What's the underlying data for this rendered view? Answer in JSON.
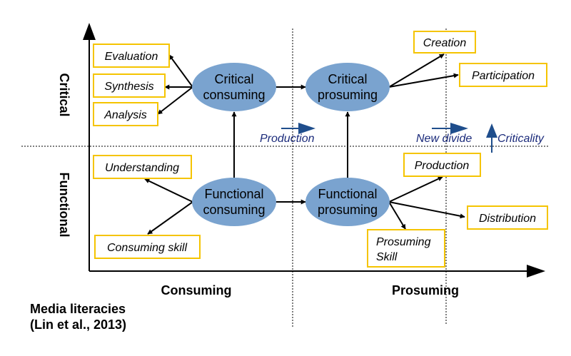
{
  "axes": {
    "y_top": "Critical",
    "y_bottom": "Functional",
    "x_left": "Consuming",
    "x_right": "Prosuming"
  },
  "caption": {
    "line1": "Media literacies",
    "line2": "(Lin et al., 2013)"
  },
  "nodes": {
    "critical_consuming": [
      "Critical",
      "consuming"
    ],
    "critical_prosuming": [
      "Critical",
      "prosuming"
    ],
    "functional_consuming": [
      "Functional",
      "consuming"
    ],
    "functional_prosuming": [
      "Functional",
      "prosuming"
    ]
  },
  "boxes": {
    "evaluation": "Evaluation",
    "synthesis": "Synthesis",
    "analysis": "Analysis",
    "creation": "Creation",
    "participation": "Participation",
    "understanding": "Understanding",
    "consuming_skill": "Consuming skill",
    "production": "Production",
    "distribution": "Distribution",
    "prosuming_skill": [
      "Prosuming",
      "Skill"
    ]
  },
  "legend": {
    "production": "Production",
    "new_divide": "New divide",
    "criticality": "Criticality"
  },
  "colors": {
    "node_fill": "#7aa3cf",
    "box_border": "#f5c400",
    "legend_arrow": "#1f4e8c"
  }
}
